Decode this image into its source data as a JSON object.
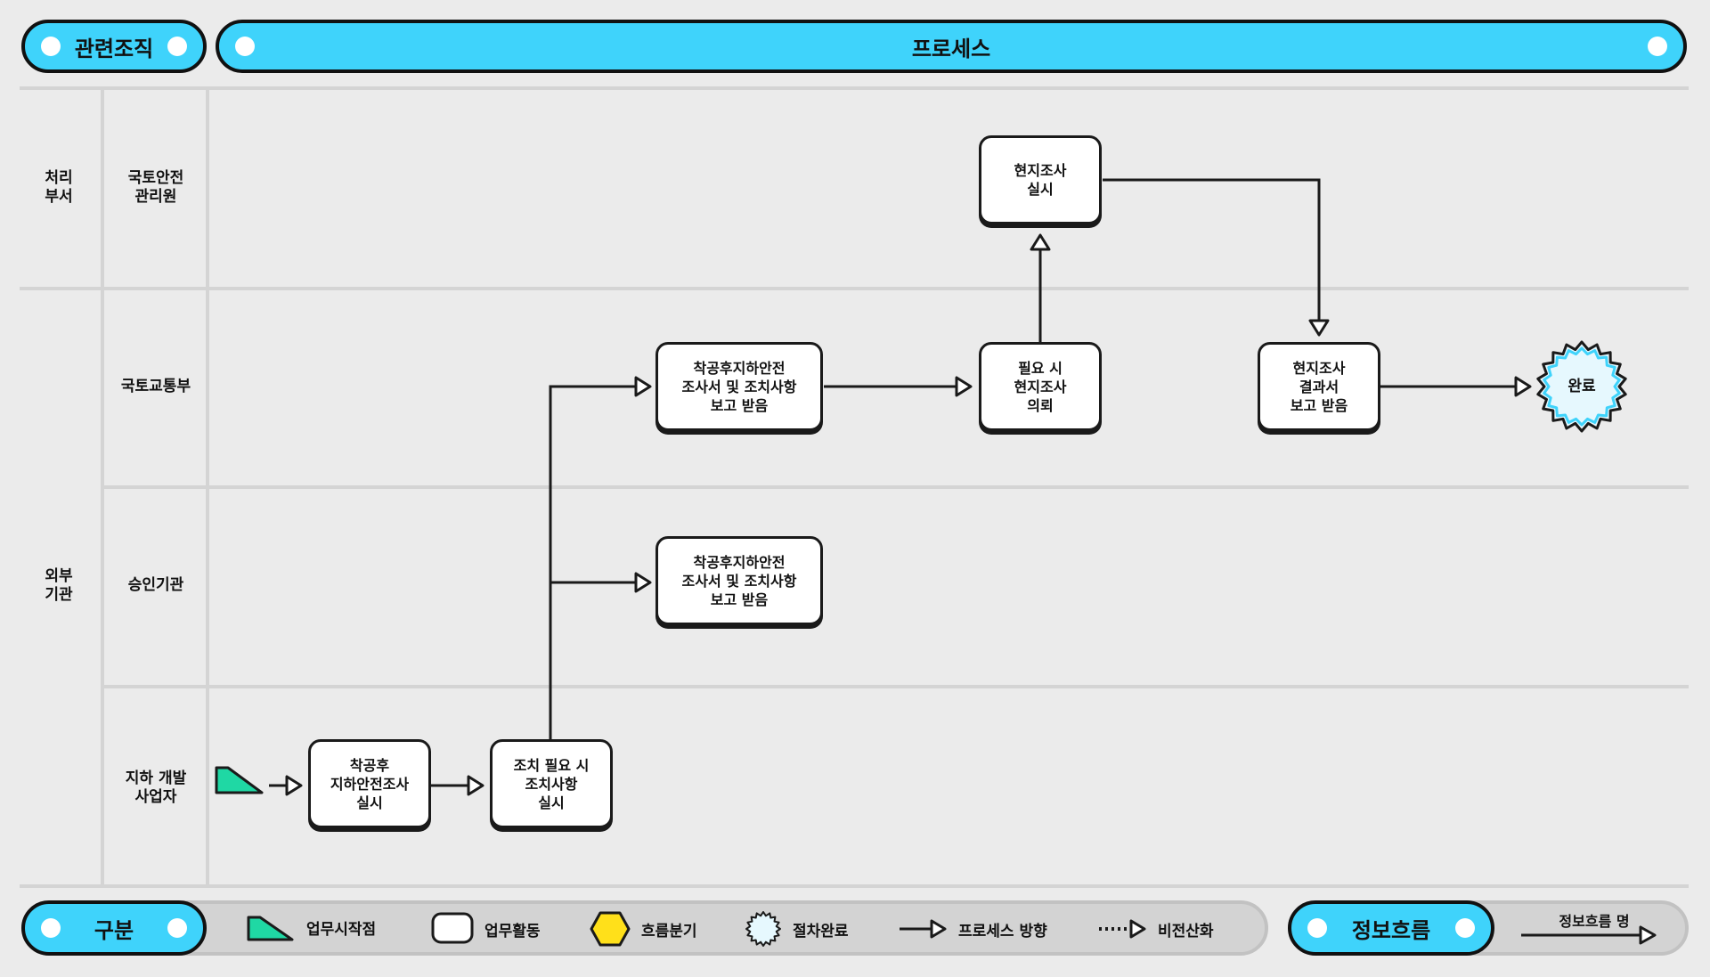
{
  "header": {
    "org_title": "관련조직",
    "process_title": "프로세스"
  },
  "lanes": {
    "group1": "처리\n부서",
    "group2": "외부\n기관",
    "kotsa": "국토안전\n관리원",
    "molit": "국토교통부",
    "approval": "승인기관",
    "developer": "지하 개발\n사업자"
  },
  "nodes": {
    "survey_done": "착공후\n지하안전조사\n실시",
    "measures": "조치 필요 시\n조치사항\n실시",
    "molit_report": "착공후지하안전\n조사서 및 조치사항\n보고 받음",
    "approval_report": "착공후지하안전\n조사서 및 조치사항\n보고 받음",
    "request_site": "필요 시\n현지조사\n의뢰",
    "site_survey": "현지조사\n실시",
    "site_report": "현지조사\n결과서\n보고 받음",
    "end": "완료"
  },
  "legend": {
    "title": "구분",
    "start": "업무시작점",
    "activity": "업무활동",
    "branch": "흐름분기",
    "complete": "절차완료",
    "direction": "프로세스 방향",
    "non_digital": "비전산화",
    "info_title": "정보흐름",
    "info_name": "정보흐름 명"
  },
  "colors": {
    "accent": "#3fd3fb",
    "start": "#1fd8a4",
    "branch": "#ffe01a",
    "end_fill": "#e6f8fe"
  }
}
